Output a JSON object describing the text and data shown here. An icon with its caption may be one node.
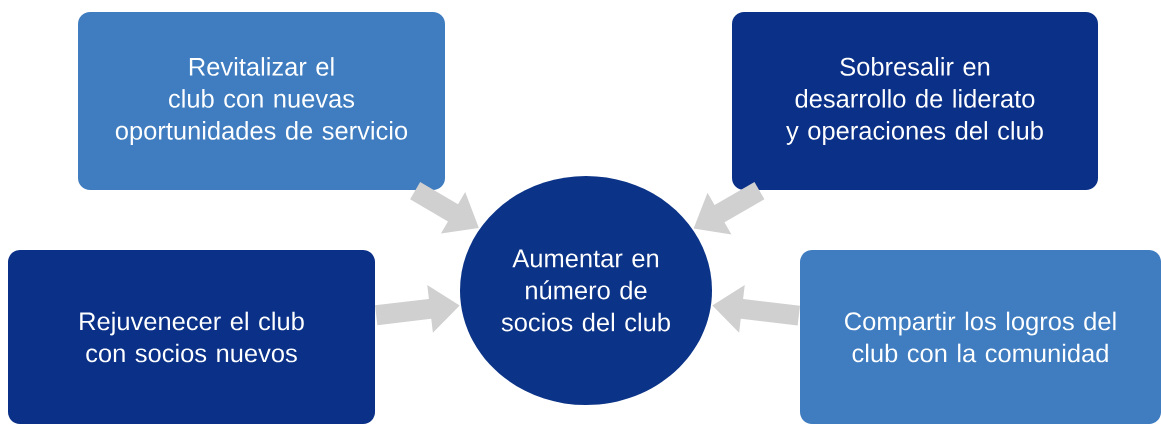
{
  "diagram": {
    "nodes": [
      {
        "text": [
          "Revitalizar el club con nuevas oportunidades de servicio"
        ]
      },
      {
        "text": [
          "Sobresalir en desarrollo de liderato y operaciones del club"
        ]
      },
      {
        "text": [
          "Aumentar en número de socios del club"
        ]
      },
      {
        "text": [
          "Rejuvenecer el club con socios nuevos"
        ]
      },
      {
        "text": [
          "Compartir los logros del club con la comunidad"
        ]
      }
    ],
    "edges": [
      {
        "from": 0,
        "to": 2,
        "arrow": "to"
      },
      {
        "from": 1,
        "to": 2,
        "arrow": "to"
      },
      {
        "from": 3,
        "to": 2,
        "arrow": "to"
      },
      {
        "from": 4,
        "to": 2,
        "arrow": "to"
      }
    ]
  }
}
